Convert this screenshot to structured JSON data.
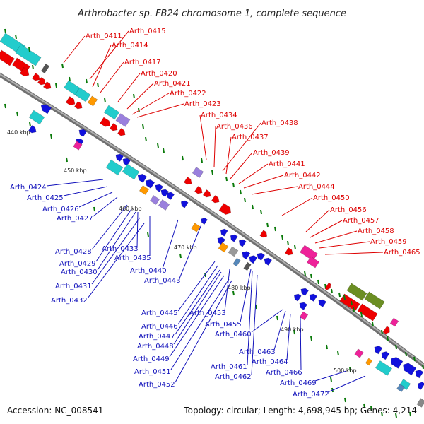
{
  "title": "Arthrobacter sp. FB24 chromosome 1, complete sequence",
  "footer": {
    "accession": "Accession: NC_008541",
    "topology": "Topology: circular; Length: 4,698,945 bp; Genes: 4,214"
  },
  "colors": {
    "forward_labels": "#dd0000",
    "reverse_labels": "#1111bb",
    "backbone": "#888888",
    "tick": "#0a7a0a"
  },
  "scale_ticks": [
    "440 kbp",
    "450 kbp",
    "460 kbp",
    "470 kbp",
    "480 kbp",
    "490 kbp",
    "500 kbp"
  ],
  "forward_labels": [
    "Arth_0411",
    "Arth_0415",
    "Arth_0414",
    "Arth_0417",
    "Arth_0420",
    "Arth_0421",
    "Arth_0422",
    "Arth_0423",
    "Arth_0434",
    "Arth_0436",
    "Arth_0438",
    "Arth_0437",
    "Arth_0439",
    "Arth_0441",
    "Arth_0442",
    "Arth_0444",
    "Arth_0450",
    "Arth_0456",
    "Arth_0457",
    "Arth_0458",
    "Arth_0459",
    "Arth_0465"
  ],
  "reverse_labels": [
    "Arth_0424",
    "Arth_0425",
    "Arth_0426",
    "Arth_0427",
    "Arth_0428",
    "Arth_0433",
    "Arth_0429",
    "Arth_0430",
    "Arth_0435",
    "Arth_0440",
    "Arth_0431",
    "Arth_0443",
    "Arth_0432",
    "Arth_0445",
    "Arth_0453",
    "Arth_0446",
    "Arth_0455",
    "Arth_0447",
    "Arth_0460",
    "Arth_0448",
    "Arth_0463",
    "Arth_0449",
    "Arth_0464",
    "Arth_0461",
    "Arth_0451",
    "Arth_0466",
    "Arth_0462",
    "Arth_0452",
    "Arth_0469",
    "Arth_0472"
  ]
}
